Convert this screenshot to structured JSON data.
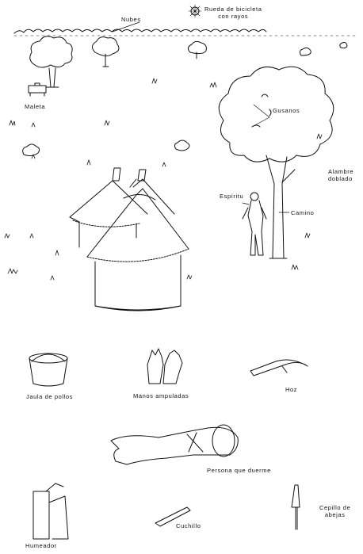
{
  "labels": {
    "nubes": "Nubes",
    "rueda_line1": "Rueda de bicicleta",
    "rueda_line2": "con rayos",
    "maleta": "Maleta",
    "gusanos": "Gusanos",
    "alambre_line1": "Alambre",
    "alambre_line2": "doblado",
    "espiritu": "Espíritu",
    "camino": "Camino",
    "jaula": "Jaula de pollos",
    "manos": "Manos ampuladas",
    "hoz": "Hoz",
    "persona": "Persona que duerme",
    "cepillo_line1": "Cepillo de",
    "cepillo_line2": "abejas",
    "cuchillo": "Cuchillo",
    "humeador": "Humeador"
  }
}
